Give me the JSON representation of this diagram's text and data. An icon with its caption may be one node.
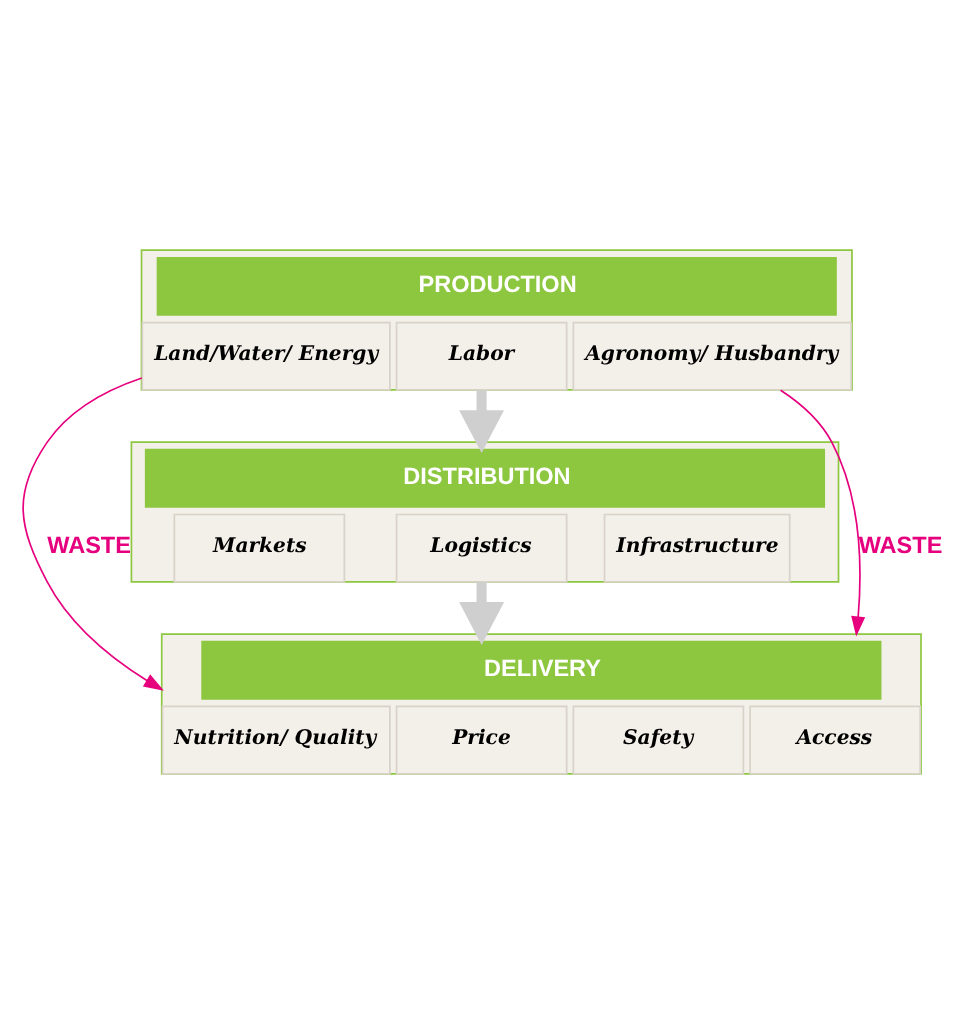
{
  "diagram": {
    "nodes": [
      {
        "text": [
          "PRODUCTION"
        ]
      },
      {
        "text": [
          "Land/Water/ Energy"
        ],
        "in": 0
      },
      {
        "text": [
          "Labor"
        ],
        "in": 0
      },
      {
        "text": [
          "Agronomy/ Husbandry"
        ],
        "in": 0
      },
      {
        "text": [
          "DISTRIBUTION"
        ]
      },
      {
        "text": [
          "Infrastructure"
        ],
        "in": 4
      },
      {
        "text": [
          "Logistics"
        ],
        "in": 4
      },
      {
        "text": [
          "Markets"
        ],
        "in": 4
      },
      {
        "text": [
          "DELIVERY"
        ]
      },
      {
        "text": [
          "Nutrition/ Quality"
        ],
        "in": 8
      },
      {
        "text": [
          "Safety"
        ],
        "in": 8
      },
      {
        "text": [
          "Price"
        ],
        "in": 8
      },
      {
        "text": [
          "Access"
        ],
        "in": 8
      }
    ],
    "edges": [
      {
        "from": 0,
        "to": 4,
        "arrow": "to",
        "style": "thick",
        "color": "#cfcfcf"
      },
      {
        "from": 4,
        "to": 8,
        "arrow": "to",
        "style": "thick",
        "color": "#cfcfcf"
      },
      {
        "from": 0,
        "to": 8,
        "arrow": "to",
        "label": "WASTE",
        "color": "#e6007e"
      },
      {
        "from": 0,
        "to": 8,
        "arrow": "to",
        "label": "WASTE",
        "color": "#e6007e"
      }
    ]
  }
}
